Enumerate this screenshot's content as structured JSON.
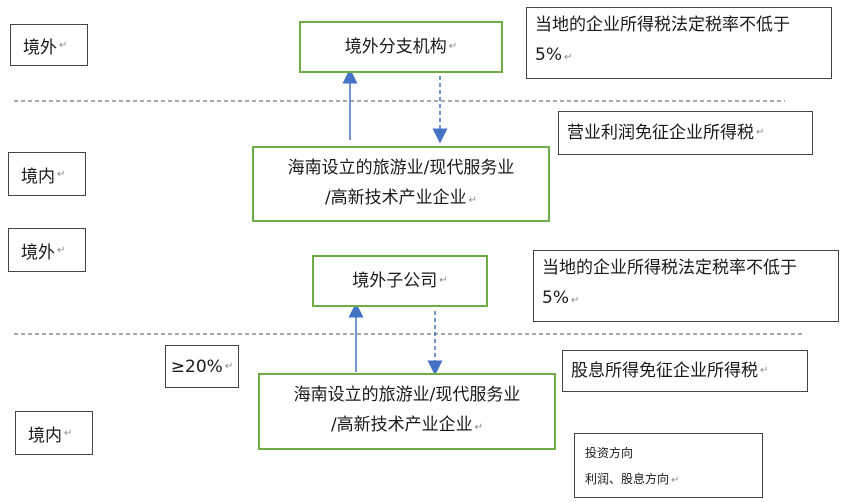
{
  "diagram": {
    "top": {
      "overseas_label": "境外",
      "branch": "境外分支机构",
      "branch_note": "当地的企业所得税法定税率不低于 5%",
      "income_note": "营业利润免征企业所得税",
      "domestic_label": "境内",
      "company_line1": "海南设立的旅游业/现代服务业",
      "company_line2": "/高新技术产业企业"
    },
    "bottom": {
      "overseas_label": "境外",
      "subsidiary": "境外子公司",
      "subsidiary_note": "当地的企业所得税法定税率不低于 5%",
      "share_label": "≥20%",
      "dividend_note": "股息所得免征企业所得税",
      "domestic_label": "境内",
      "company_line1": "海南设立的旅游业/现代服务业",
      "company_line2": "/高新技术产业企业"
    },
    "legend": {
      "solid": "投资方向",
      "dashed": "利润、股息方向"
    },
    "colors": {
      "box_border": "#70ad47",
      "arrow": "#4472c4"
    },
    "return_mark": "↵"
  }
}
